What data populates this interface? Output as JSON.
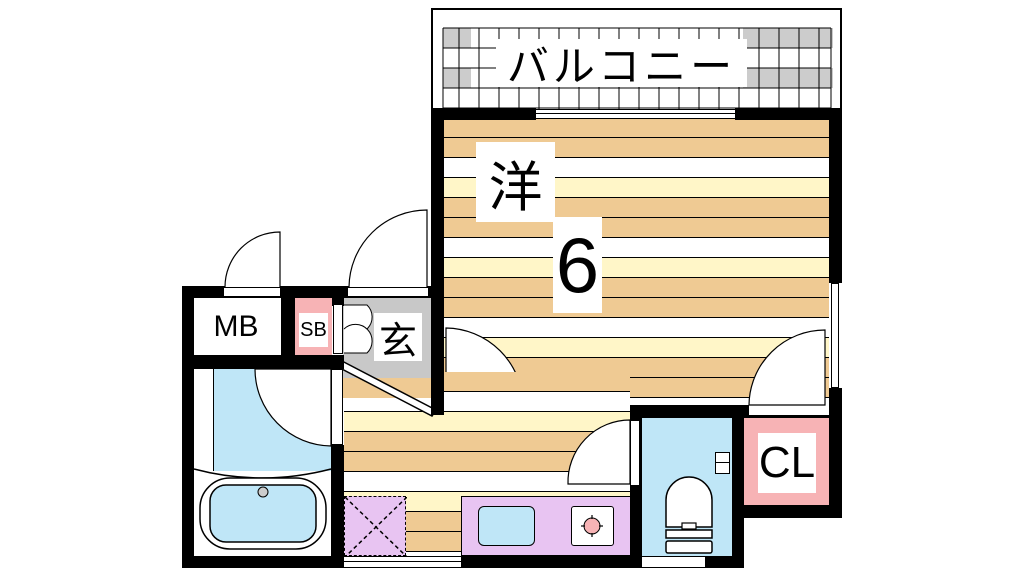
{
  "floorplan": {
    "rooms": {
      "balcony": {
        "label": "バルコニー"
      },
      "western_room": {
        "label_kanji": "洋",
        "label_size": "6"
      },
      "entrance": {
        "label": "玄"
      },
      "meter_box": {
        "label": "MB"
      },
      "shoe_box": {
        "label": "SB"
      },
      "closet": {
        "label": "CL"
      }
    },
    "colors": {
      "wall": "#000000",
      "floor_tan": "#efca93",
      "floor_cream": "#fff6c8",
      "floor_white": "#ffffff",
      "bath_blue": "#bfe6f7",
      "closet_pink": "#f7b3b5",
      "kitchen_purple": "#e8c4f2",
      "entrance_gray": "#c8c8c8",
      "balcony_gray": "#cccccc"
    }
  }
}
